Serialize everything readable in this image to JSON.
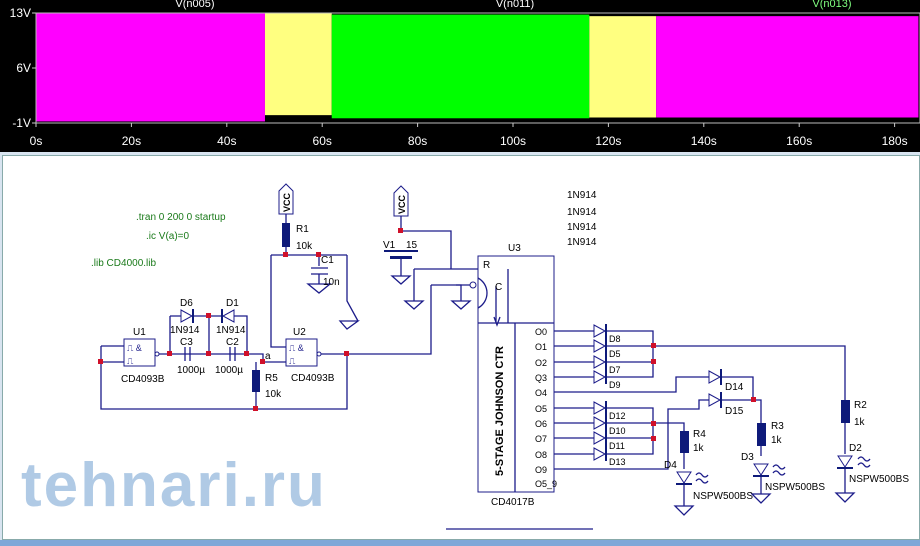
{
  "waveform": {
    "traces": [
      {
        "label": "V(n005)",
        "color": "#ff00ff"
      },
      {
        "label": "V(n011)",
        "color": "#ffffff"
      },
      {
        "label": "V(n013)",
        "color": "#80ff80"
      }
    ],
    "chart_data": {
      "type": "area",
      "xlabel": "",
      "ylabel": "",
      "xlim": [
        0,
        185
      ],
      "ylim": [
        -1,
        13
      ],
      "x_ticks": [
        "0s",
        "20s",
        "40s",
        "60s",
        "80s",
        "100s",
        "120s",
        "140s",
        "160s",
        "180s"
      ],
      "x_tick_values": [
        0,
        20,
        40,
        60,
        80,
        100,
        120,
        140,
        160,
        180
      ],
      "y_ticks": [
        "13V",
        "6V",
        "-1V"
      ],
      "y_tick_values": [
        13,
        6,
        -1
      ],
      "segments": [
        {
          "start": 0,
          "end": 48,
          "low": -0.8,
          "high": 13,
          "color": "#ff00ff"
        },
        {
          "start": 48,
          "end": 62,
          "low": 0,
          "high": 13,
          "color": "#ffff80"
        },
        {
          "start": 62,
          "end": 116,
          "low": -0.4,
          "high": 12.8,
          "color": "#00ff00"
        },
        {
          "start": 116,
          "end": 130,
          "low": -0.3,
          "high": 12.6,
          "color": "#ffff80"
        },
        {
          "start": 130,
          "end": 185,
          "low": -0.3,
          "high": 12.6,
          "color": "#ff00ff"
        }
      ]
    }
  },
  "schematic": {
    "directives": [
      ".tran 0 200 0 startup",
      ".ic V(a)=0",
      ".lib CD4000.lib"
    ],
    "vcc": "VCC",
    "u1": {
      "ref": "U1",
      "model": "CD4093B"
    },
    "u2": {
      "ref": "U2",
      "model": "CD4093B"
    },
    "u3": {
      "ref": "U3",
      "model": "CD4017B",
      "title": "5-STAGE JOHNSON CTR",
      "pin_r": "R",
      "pin_c": "C",
      "outputs": [
        "O0",
        "O1",
        "O2",
        "Q3",
        "O4",
        "O5",
        "O6",
        "O7",
        "O8",
        "O9",
        "O5_9"
      ]
    },
    "r1": {
      "ref": "R1",
      "value": "10k"
    },
    "r5": {
      "ref": "R5",
      "value": "10k"
    },
    "c1": {
      "ref": "C1",
      "value": "10n"
    },
    "c2": {
      "ref": "C2",
      "value": "1000µ"
    },
    "c3": {
      "ref": "C3",
      "value": "1000µ"
    },
    "d6": {
      "ref": "D6",
      "model": "1N914"
    },
    "d1": {
      "ref": "D1",
      "model": "1N914"
    },
    "v1": {
      "ref": "V1",
      "value": "15"
    },
    "node_a": "a",
    "stacked_models": [
      "1N914",
      "1N914",
      "1N914",
      "1N914"
    ],
    "diodes_a": [
      "D8",
      "D5",
      "D7",
      "D9"
    ],
    "diodes_b": [
      "D12",
      "D10",
      "D11",
      "D13"
    ],
    "d14": "D14",
    "d15": "D15",
    "r2": {
      "ref": "R2",
      "value": "1k"
    },
    "r3": {
      "ref": "R3",
      "value": "1k"
    },
    "r4": {
      "ref": "R4",
      "value": "1k"
    },
    "d2": {
      "ref": "D2",
      "model": "NSPW500BS"
    },
    "d3": {
      "ref": "D3",
      "model": "NSPW500BS"
    },
    "d4": {
      "ref": "D4",
      "model": "NSPW500BS"
    },
    "watermark": "tehnari.ru"
  }
}
